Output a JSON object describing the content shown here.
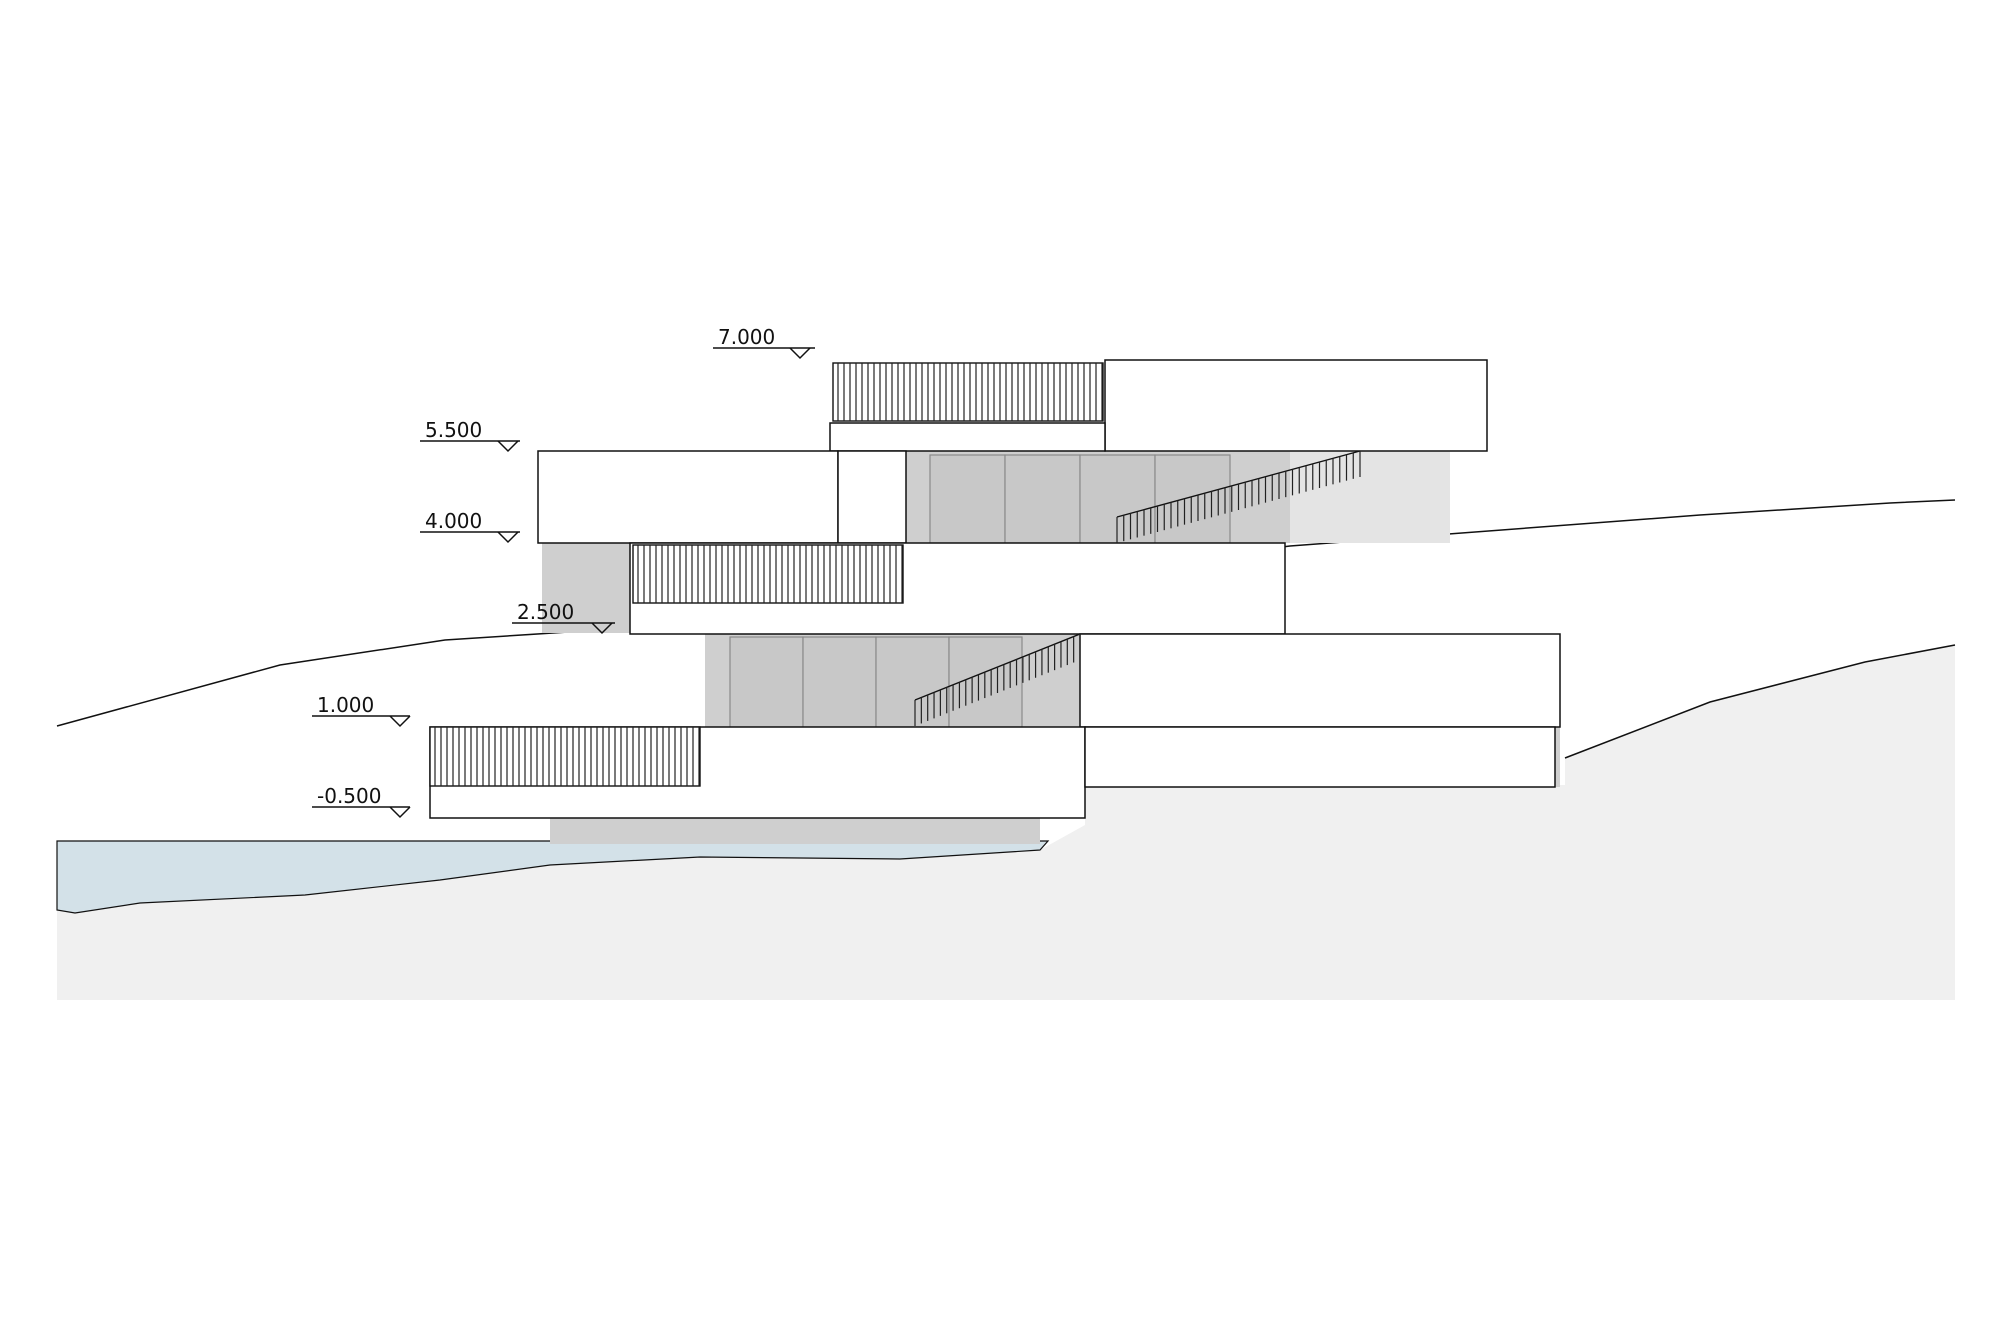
{
  "levels": [
    {
      "id": "level-7000",
      "label": "7.000"
    },
    {
      "id": "level-5500",
      "label": "5.500"
    },
    {
      "id": "level-4000",
      "label": "4.000"
    },
    {
      "id": "level-2500",
      "label": "2.500"
    },
    {
      "id": "level-1000",
      "label": "1.000"
    },
    {
      "id": "level-m0500",
      "label": "-0.500"
    }
  ],
  "colors": {
    "ground": "#f0f0f0",
    "water": "#d3e1e8",
    "glass": "#c8c8c8",
    "shade": "#cfcfcf",
    "line": "#111111"
  }
}
